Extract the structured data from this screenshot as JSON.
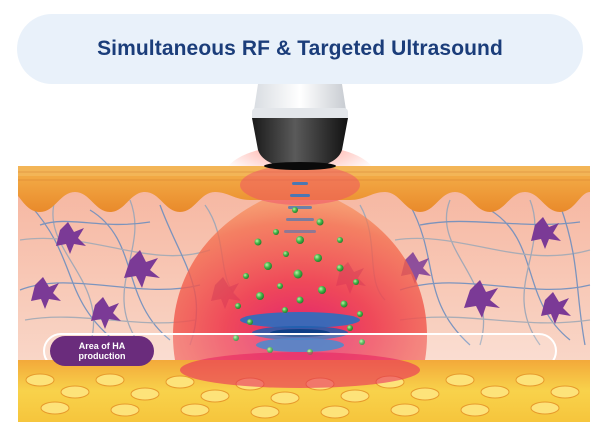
{
  "title": "Simultaneous RF & Targeted Ultrasound",
  "label": {
    "line1": "Area of HA",
    "line2": "production"
  },
  "colors": {
    "title_pill": "#e9f1fa",
    "title_text": "#1b3d7a",
    "label_pill": "#6a2c7c",
    "epidermis": "#f29a33",
    "dermis": "#f7c9b8",
    "fat": "#f7c53a",
    "rf_zone": "#e8354e",
    "ultrasound_waves": "#3a86c8",
    "ha_particles": "#46b649",
    "fibroblasts": "#7b3a96"
  },
  "icons": [
    "ultrasound-applicator-icon",
    "fibroblast-cell-icon",
    "ha-particle-icon"
  ]
}
